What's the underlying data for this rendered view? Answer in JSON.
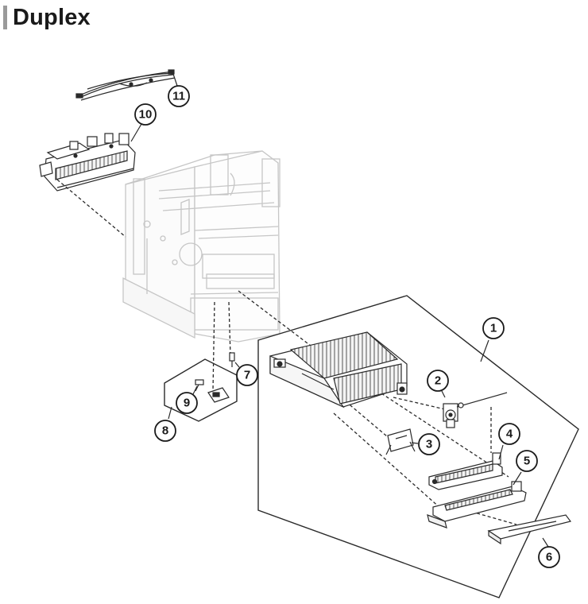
{
  "page": {
    "title": "Duplex"
  },
  "callouts": {
    "c1": "1",
    "c2": "2",
    "c3": "3",
    "c4": "4",
    "c5": "5",
    "c6": "6",
    "c7": "7",
    "c8": "8",
    "c9": "9",
    "c10": "10",
    "c11": "11"
  }
}
